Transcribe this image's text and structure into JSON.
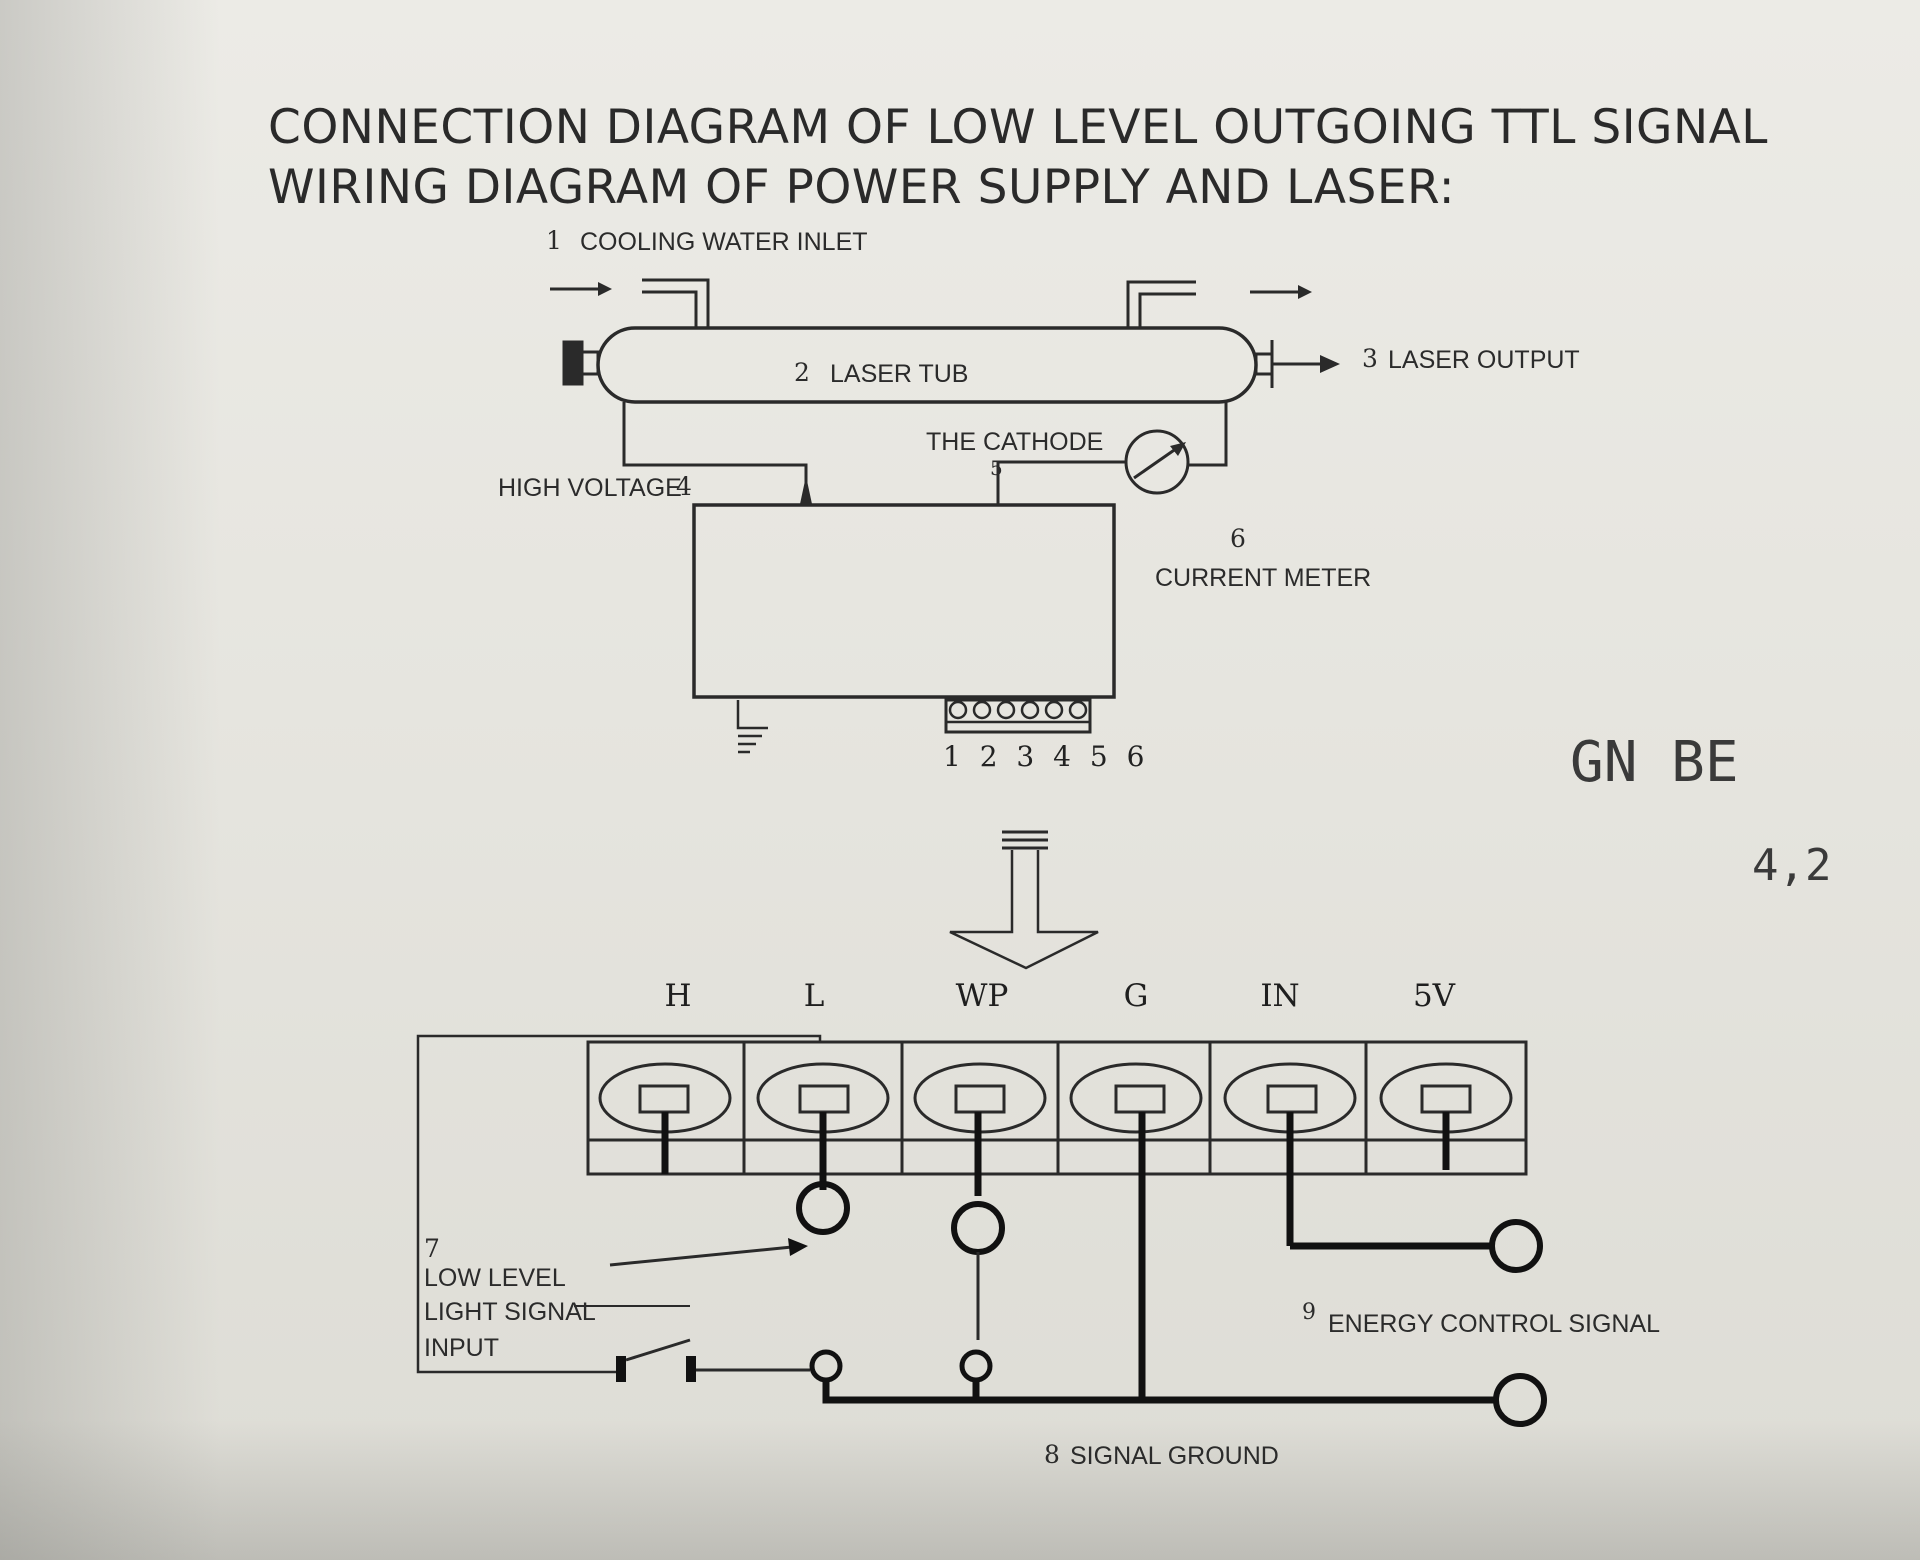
{
  "titles": {
    "line1": "CONNECTION DIAGRAM OF LOW LEVEL OUTGOING TTL SIGNAL",
    "line2": "WIRING DIAGRAM OF POWER SUPPLY AND LASER:"
  },
  "labels": {
    "cooling_num": "1",
    "cooling": "COOLING WATER INLET",
    "tube_num": "2",
    "tube": "LASER TUB",
    "output_num": "3",
    "output": "LASER OUTPUT",
    "hv": "HIGH VOLTAGE",
    "hv_num": "4",
    "cathode": "THE CATHODE",
    "cathode_num": "5",
    "meter_num": "6",
    "meter": "CURRENT METER",
    "terminal_numbers": "1 2 3 4 5 6",
    "signal_num": "7",
    "signal_line1": "LOW LEVEL",
    "signal_line2": "LIGHT SIGNAL",
    "signal_line3": "INPUT",
    "ground_num": "8",
    "ground": "SIGNAL GROUND",
    "energy_num": "9",
    "energy": "ENERGY CONTROL SIGNAL"
  },
  "terminals": [
    "H",
    "L",
    "WP",
    "G",
    "IN",
    "5V"
  ],
  "handwriting": {
    "line1": "GN BE",
    "line2": "4,2"
  },
  "colors": {
    "ink": "#1e1e1e",
    "paper": "#e9e8e2"
  }
}
